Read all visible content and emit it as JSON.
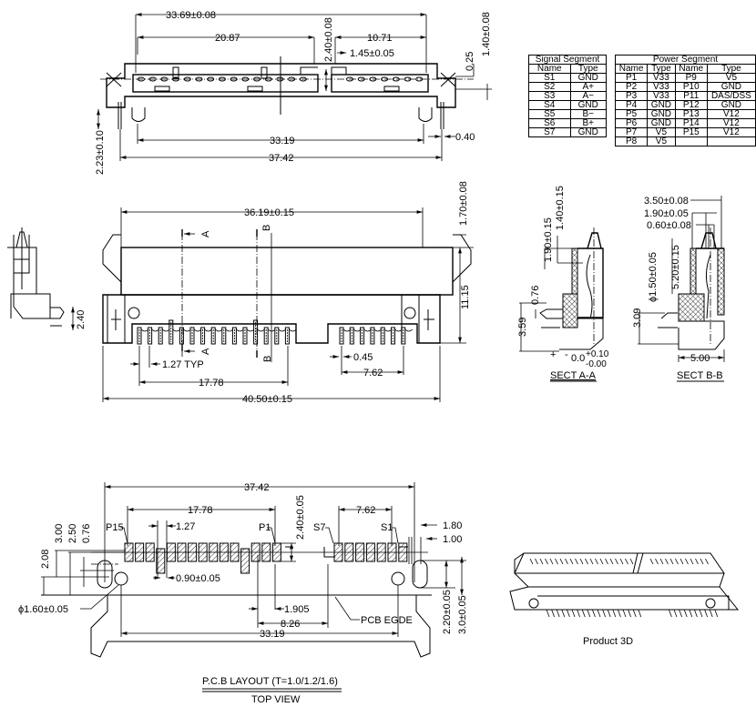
{
  "top_view": {
    "dim_overall_top": "33.69±0.08",
    "dim_left_slot": "20.87",
    "dim_right_slot": "10.71",
    "dim_key_height": "2.40±0.08",
    "dim_key_width": "1.45±0.05",
    "dim_025": "0.25",
    "dim_140": "1.40±0.08",
    "dim_post_spacing": "33.19",
    "dim_overall_bottom": "37.42",
    "dim_040": "0.40",
    "dim_223": "2.23±0.10"
  },
  "signal_table": {
    "title": "Signal Segment",
    "headers": [
      "Name",
      "Type"
    ],
    "rows": [
      [
        "S1",
        "GND"
      ],
      [
        "S2",
        "A+"
      ],
      [
        "S3",
        "A−"
      ],
      [
        "S4",
        "GND"
      ],
      [
        "S5",
        "B−"
      ],
      [
        "S6",
        "B+"
      ],
      [
        "S7",
        "GND"
      ]
    ]
  },
  "power_table": {
    "title": "Power Segment",
    "headers": [
      "Name",
      "Type",
      "Name",
      "Type"
    ],
    "rows": [
      [
        "P1",
        "V33",
        "P9",
        "V5"
      ],
      [
        "P2",
        "V33",
        "P10",
        "GND"
      ],
      [
        "P3",
        "V33",
        "P11",
        "DAS/DSS"
      ],
      [
        "P4",
        "GND",
        "P12",
        "GND"
      ],
      [
        "P5",
        "GND",
        "P13",
        "V12"
      ],
      [
        "P6",
        "GND",
        "P14",
        "V12"
      ],
      [
        "P7",
        "V5",
        "P15",
        "V12"
      ],
      [
        "P8",
        "V5",
        "",
        ""
      ]
    ]
  },
  "front_view": {
    "dim_top": "36.19±0.15",
    "dim_170": "1.70±0.08",
    "dim_height": "11.15",
    "dim_side": "2.40",
    "dim_pitch": "1.27 TYP",
    "dim_pin_width": "0.45",
    "dim_signal_span": "7.62",
    "dim_power_span": "17.78",
    "dim_overall": "40.50±0.15",
    "section_a": "A",
    "section_b": "B"
  },
  "sections": {
    "a": {
      "title": "SECT A-A",
      "dim_190": "1.90±0.15",
      "dim_140": "1.40±0.15",
      "dim_076": "0.76",
      "dim_359": "3.59",
      "tol_base": "0.0",
      "tol_plus": "+0.10",
      "tol_minus": "-0.00",
      "plus": "+",
      "minus": "-"
    },
    "b": {
      "title": "SECT B-B",
      "dim_350": "3.50±0.08",
      "dim_190": "1.90±0.05",
      "dim_060": "0.60±0.08",
      "dim_150": "ϕ1.50±0.05",
      "dim_520": "5.20±0.15",
      "dim_309": "3.09",
      "dim_500": "5.00"
    }
  },
  "pcb_layout": {
    "dim_overall": "37.42",
    "dim_power_span": "17.78",
    "dim_signal_span": "7.62",
    "label_p15": "P15",
    "label_p1": "P1",
    "label_s7": "S7",
    "label_s1": "S1",
    "dim_pitch": "1.27",
    "dim_pad_len": "2.40±0.05",
    "dim_180": "1.80",
    "dim_100": "1.00",
    "dim_300": "3.00",
    "dim_250": "2.50",
    "dim_076": "0.76",
    "dim_208": "2.08",
    "dim_pad_width": "0.90±0.05",
    "dim_hole": "ϕ1.60±0.05",
    "dim_1905": "1.905",
    "dim_826": "8.26",
    "pcb_edge": "PCB EGDE",
    "dim_3319": "33.19",
    "dim_220": "2.20±0.05",
    "dim_30": "3.0±0.05",
    "title": "P.C.B LAYOUT (T=1.0/1.2/1.6)",
    "subtitle": "TOP VIEW"
  },
  "product_3d": {
    "label": "Product 3D"
  }
}
